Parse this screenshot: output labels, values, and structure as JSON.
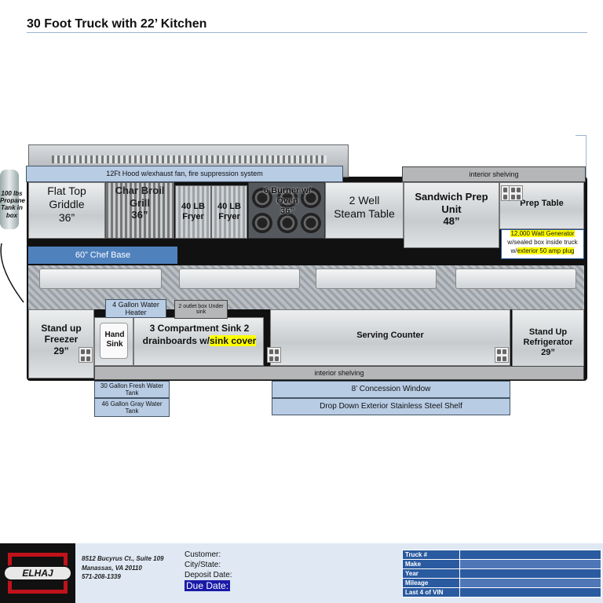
{
  "title": "30 Foot Truck with 22’ Kitchen",
  "propane": "100 lbs Propane Tank in box",
  "hood": "12Ft Hood w/exhaust fan, fire suppression system",
  "interior_shelving_top": "interior shelving",
  "equipment": {
    "griddle": [
      "Flat Top",
      "Griddle",
      "36”"
    ],
    "charbroil": [
      "Char Broil",
      "Grill",
      "36”"
    ],
    "fryer1": [
      "40 LB",
      "Fryer"
    ],
    "fryer2": [
      "40 LB",
      "Fryer"
    ],
    "burner": [
      "6 Burner w/",
      "Oven",
      "36”"
    ],
    "steam": [
      "2 Well",
      "Steam Table"
    ],
    "sandwich": [
      "Sandwich Prep",
      "Unit",
      "48”"
    ],
    "prep": "Prep Table"
  },
  "generator": {
    "line1": "12,000 Watt Generator",
    "line2": "w/sealed box inside truck",
    "line3_prefix": "w/",
    "line3_highlight": "exterior 50 amp plug"
  },
  "chef_base": "60” Chef Base",
  "water_heater": "4 Gallon Water Heater",
  "outlet_box": "2 outlet box Under sink",
  "freezer": [
    "Stand up",
    "Freezer",
    "29”"
  ],
  "hand_sink": [
    "Hand",
    "Sink"
  ],
  "comp_sink": {
    "line1": "3 Compartment Sink 2",
    "line2_prefix": "drainboards w/",
    "line2_highlight": "sink cover"
  },
  "serving_counter": "Serving Counter",
  "refrigerator": [
    "Stand Up",
    "Refrigerator",
    "29”"
  ],
  "interior_shelving_bottom": "interior shelving",
  "fresh_water": "30 Gallon Fresh Water Tank",
  "gray_water": "46 Gallon Gray Water Tank",
  "concession": "8’ Concession Window",
  "shelf": "Drop Down Exterior Stainless Steel Shelf",
  "footer": {
    "logo": "ELHAJ",
    "address": [
      "8512 Bucyrus Ct., Suite 109",
      "Manassas, VA 20110",
      "571-208-1339"
    ],
    "customer": "Customer:",
    "city": "City/State:",
    "deposit": "Deposit Date:",
    "due": "Due Date:",
    "table": [
      "Truck #",
      "Make",
      "Year",
      "Mileage",
      "Last 4 of VIN"
    ]
  },
  "colors": {
    "label_blue": "#b8cce4",
    "highlight": "#ffff00",
    "footer_table": "#2a5aa0",
    "logo_red": "#c0121a"
  }
}
